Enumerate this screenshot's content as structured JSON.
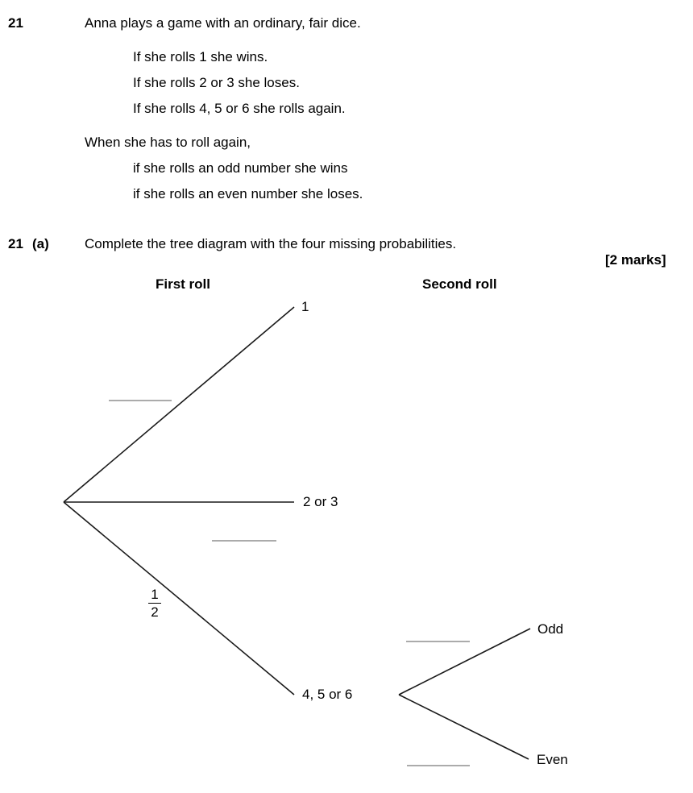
{
  "question": {
    "number": "21",
    "intro": "Anna plays a game with an ordinary, fair dice.",
    "rules": [
      "If she rolls 1 she wins.",
      "If she rolls 2 or 3 she loses.",
      "If she rolls 4, 5 or 6 she rolls again."
    ],
    "again_intro": "When she has to roll again,",
    "again_rules": [
      "if she rolls an odd number she wins",
      "if she rolls an even number she loses."
    ]
  },
  "part_a": {
    "number": "21",
    "label": "(a)",
    "prompt": "Complete the tree diagram with the four missing probabilities.",
    "marks": "[2 marks]"
  },
  "diagram": {
    "headers": {
      "first": "First roll",
      "second": "Second roll"
    },
    "first_roll": {
      "outcomes": [
        "1",
        "2 or 3",
        "4, 5 or 6"
      ],
      "given_fraction": {
        "numerator": "1",
        "denominator": "2"
      }
    },
    "second_roll": {
      "outcomes": [
        "Odd",
        "Even"
      ]
    },
    "missing_blanks_count": 4,
    "colors": {
      "line": "#1a1a1a",
      "blank": "#8f8f8f",
      "text": "#000000"
    }
  }
}
